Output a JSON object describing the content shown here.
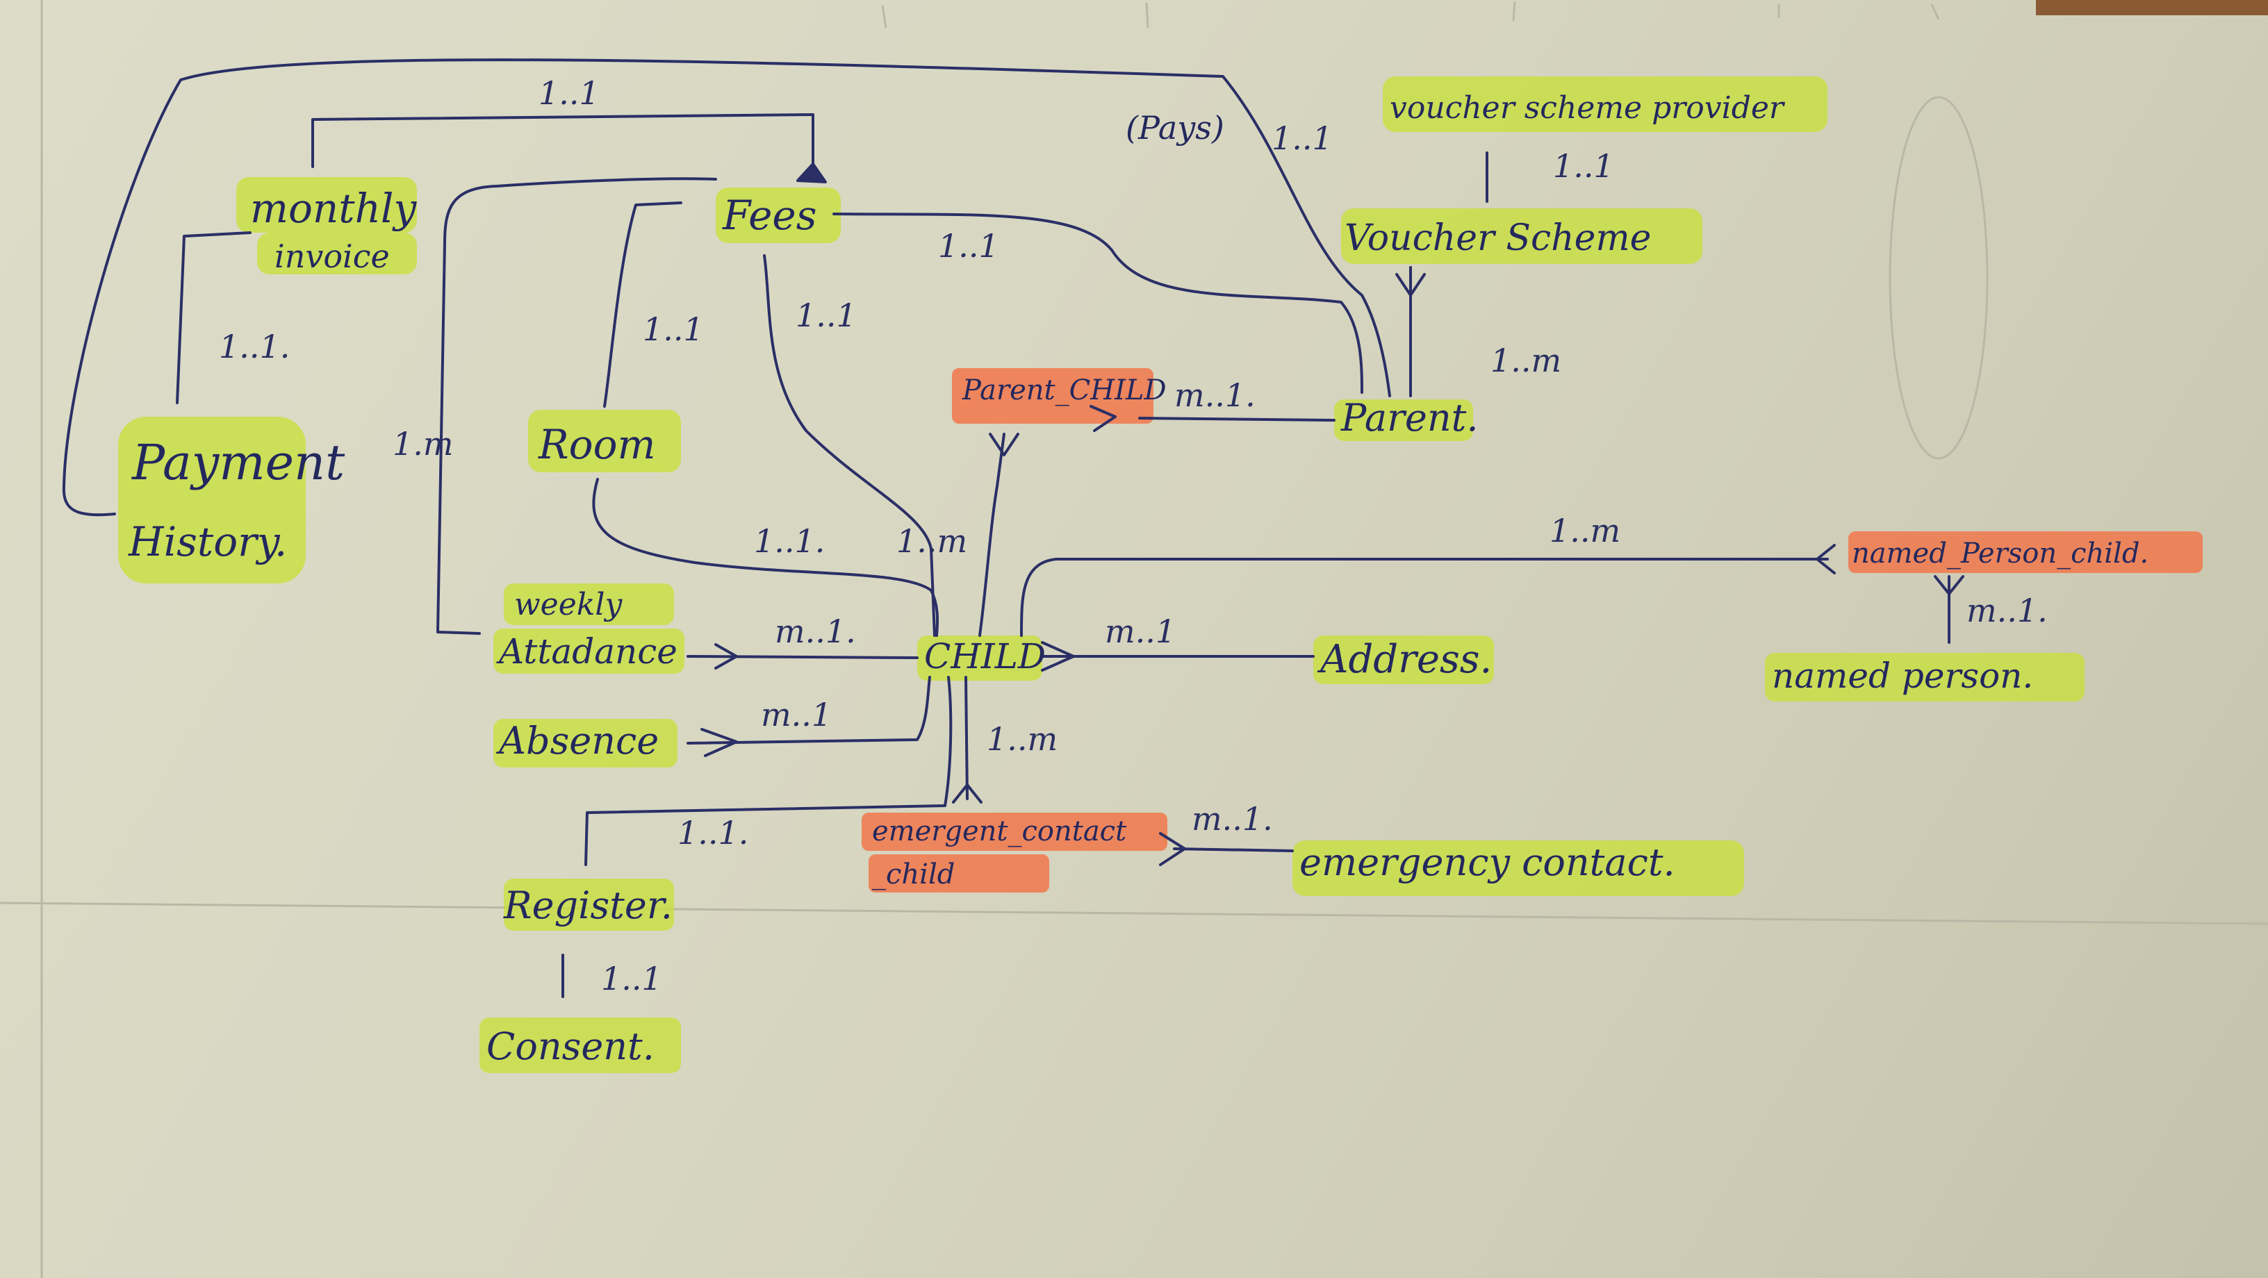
{
  "entities": {
    "monthly_line1": "monthly",
    "monthly_line2": "invoice",
    "payment_line1": "Payment",
    "payment_line2": "History.",
    "fees": "Fees",
    "room": "Room",
    "weekly_line1": "weekly",
    "weekly_line2": "Attadance",
    "absence": "Absence",
    "register": "Register.",
    "consent": "Consent.",
    "child": "CHILD",
    "address": "Address.",
    "parent_child": "Parent_CHILD",
    "parent": "Parent.",
    "voucher_provider": "voucher scheme provider",
    "voucher_scheme": "Voucher Scheme",
    "named_person_child": "named_Person_child.",
    "named_person": "named person.",
    "emergency_cc_line1": "emergent_contact",
    "emergency_cc_line2": "_child",
    "emergency_contact": "emergency contact."
  },
  "annotations": {
    "pays": "(Pays)"
  },
  "cardinalities": {
    "top_1_1": "1..1",
    "pays_1_1": "1..1",
    "monthly_payment": "1..1.",
    "fees_room": "1..1",
    "fees_weekly": "1.m",
    "fees_parent": "1..1",
    "fees_child": "1..1",
    "provider_scheme": "1..1",
    "scheme_parent": "1..m",
    "parentchild_parent": "m..1.",
    "room_child": "1..1.",
    "child_parentchild": "1..m",
    "named_child": "1..m",
    "named_person": "m..1.",
    "weekly_child": "m..1.",
    "absence_child": "m..1",
    "child_address": "m..1",
    "child_emergency": "1..m",
    "register_child": "1..1.",
    "register_consent": "1..1",
    "emergency_contact": "m..1."
  },
  "colors": {
    "ink": "#2b2f66",
    "entity_highlight": "#c8e03a",
    "link_highlight": "#f07a4f",
    "paper": "#d8d7c2"
  }
}
